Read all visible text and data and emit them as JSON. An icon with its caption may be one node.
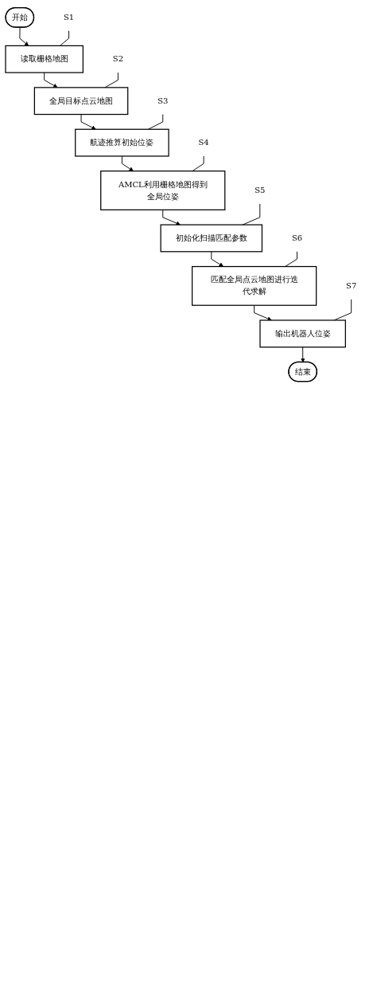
{
  "diagram": {
    "nodes": [
      {
        "text": [
          "开始"
        ]
      },
      {
        "text": [
          "S1"
        ]
      },
      {
        "text": [
          "读取栅格地图"
        ]
      },
      {
        "text": [
          "S2"
        ]
      },
      {
        "text": [
          "全局目标点云地图"
        ]
      },
      {
        "text": [
          "S3"
        ]
      },
      {
        "text": [
          "航迹推算初始位姿"
        ]
      },
      {
        "text": [
          "S4"
        ]
      },
      {
        "text": [
          "AMCL利用栅格地图得到全局位姿"
        ]
      },
      {
        "text": [
          "S5"
        ]
      },
      {
        "text": [
          "初始化扫描匹配参数"
        ]
      },
      {
        "text": [
          "S6"
        ]
      },
      {
        "text": [
          "匹配全局点云地图进行迭代求解"
        ]
      },
      {
        "text": [
          "S7"
        ]
      },
      {
        "text": [
          "输出机器人位姿"
        ]
      },
      {
        "text": [
          "结束"
        ]
      }
    ],
    "edges": [
      {
        "from": 0,
        "to": 2,
        "arrow": "to"
      },
      {
        "from": 1,
        "to": 2,
        "arrow": "none"
      },
      {
        "from": 2,
        "to": 4,
        "arrow": "to"
      },
      {
        "from": 3,
        "to": 4,
        "arrow": "none"
      },
      {
        "from": 4,
        "to": 6,
        "arrow": "to"
      },
      {
        "from": 5,
        "to": 6,
        "arrow": "none"
      },
      {
        "from": 6,
        "to": 8,
        "arrow": "to"
      },
      {
        "from": 7,
        "to": 8,
        "arrow": "none"
      },
      {
        "from": 8,
        "to": 10,
        "arrow": "to"
      },
      {
        "from": 9,
        "to": 10,
        "arrow": "none"
      },
      {
        "from": 10,
        "to": 12,
        "arrow": "to"
      },
      {
        "from": 11,
        "to": 12,
        "arrow": "none"
      },
      {
        "from": 12,
        "to": 14,
        "arrow": "to"
      },
      {
        "from": 13,
        "to": 14,
        "arrow": "none"
      },
      {
        "from": 14,
        "to": 15,
        "arrow": "to"
      }
    ]
  }
}
